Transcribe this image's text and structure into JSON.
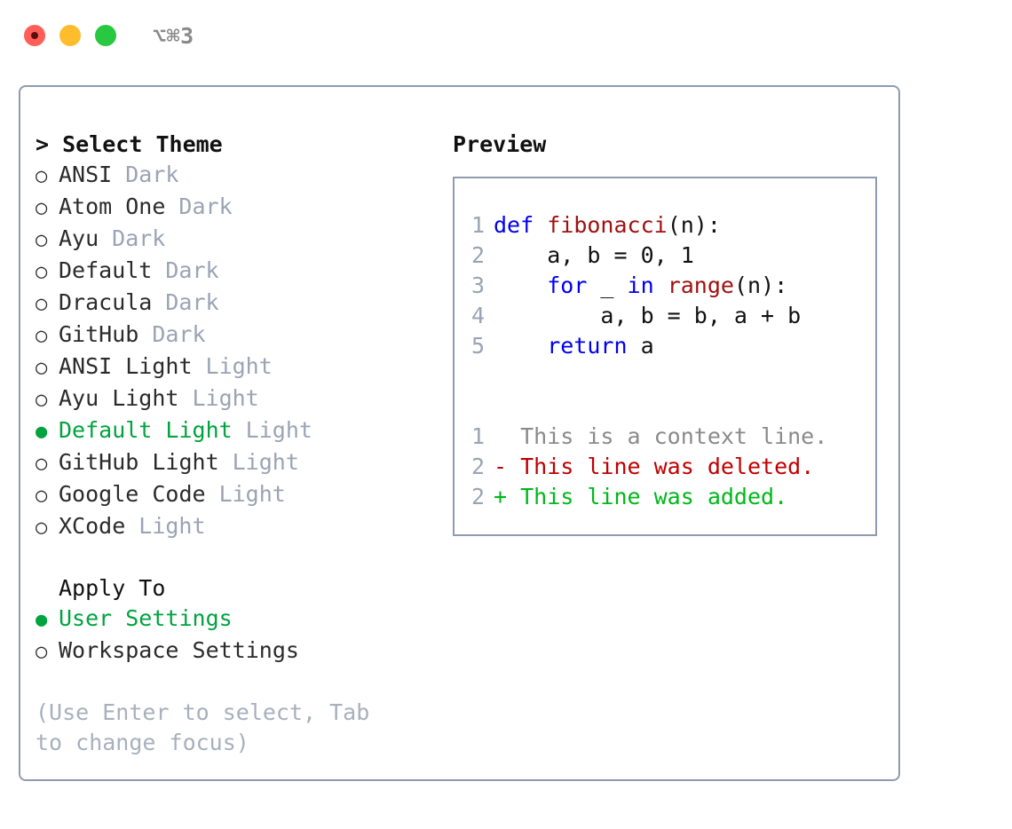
{
  "window": {
    "shortcut": "⌥⌘3",
    "traffic_lights": [
      {
        "name": "close",
        "color": "#ff5f57"
      },
      {
        "name": "minimize",
        "color": "#ffbd2e"
      },
      {
        "name": "maximize",
        "color": "#28c840"
      }
    ]
  },
  "theme_list": {
    "header": "> Select Theme",
    "items": [
      {
        "marker": "○",
        "name": "ANSI",
        "category": "Dark",
        "selected": false
      },
      {
        "marker": "○",
        "name": "Atom One",
        "category": "Dark",
        "selected": false
      },
      {
        "marker": "○",
        "name": "Ayu",
        "category": "Dark",
        "selected": false
      },
      {
        "marker": "○",
        "name": "Default",
        "category": "Dark",
        "selected": false
      },
      {
        "marker": "○",
        "name": "Dracula",
        "category": "Dark",
        "selected": false
      },
      {
        "marker": "○",
        "name": "GitHub",
        "category": "Dark",
        "selected": false
      },
      {
        "marker": "○",
        "name": "ANSI Light",
        "category": "Light",
        "selected": false
      },
      {
        "marker": "○",
        "name": "Ayu Light",
        "category": "Light",
        "selected": false
      },
      {
        "marker": "●",
        "name": "Default Light",
        "category": "Light",
        "selected": true
      },
      {
        "marker": "○",
        "name": "GitHub Light",
        "category": "Light",
        "selected": false
      },
      {
        "marker": "○",
        "name": "Google Code",
        "category": "Light",
        "selected": false
      },
      {
        "marker": "○",
        "name": "XCode",
        "category": "Light",
        "selected": false
      }
    ]
  },
  "apply_to": {
    "title": "Apply To",
    "items": [
      {
        "marker": "●",
        "label": "User Settings",
        "selected": true
      },
      {
        "marker": "○",
        "label": "Workspace Settings",
        "selected": false
      }
    ]
  },
  "hint": "(Use Enter to select, Tab to change focus)",
  "preview": {
    "title": "Preview",
    "code_lines": [
      {
        "lineno": "1",
        "tokens": [
          {
            "text": "def ",
            "type": "keyword"
          },
          {
            "text": "fibonacci",
            "type": "function"
          },
          {
            "text": "(n):",
            "type": "plain"
          }
        ]
      },
      {
        "lineno": "2",
        "tokens": [
          {
            "text": "    a, b = 0, 1",
            "type": "plain"
          }
        ]
      },
      {
        "lineno": "3",
        "tokens": [
          {
            "text": "    ",
            "type": "plain"
          },
          {
            "text": "for",
            "type": "keyword"
          },
          {
            "text": " _ ",
            "type": "plain"
          },
          {
            "text": "in",
            "type": "keyword"
          },
          {
            "text": " ",
            "type": "plain"
          },
          {
            "text": "range",
            "type": "function"
          },
          {
            "text": "(n):",
            "type": "plain"
          }
        ]
      },
      {
        "lineno": "4",
        "tokens": [
          {
            "text": "        a, b = b, a + b",
            "type": "plain"
          }
        ]
      },
      {
        "lineno": "5",
        "tokens": [
          {
            "text": "    ",
            "type": "plain"
          },
          {
            "text": "return",
            "type": "keyword"
          },
          {
            "text": " a",
            "type": "plain"
          }
        ]
      }
    ],
    "diff_lines": [
      {
        "lineno": "1",
        "sign": " ",
        "text": "  This is a context line.",
        "type": "context"
      },
      {
        "lineno": "2",
        "sign": "-",
        "text": " This line was deleted.",
        "type": "deleted"
      },
      {
        "lineno": "2",
        "sign": "+",
        "text": " This line was added.",
        "type": "added"
      }
    ]
  },
  "colors": {
    "accent_green": "#00a33f",
    "diff_added": "#00b81a",
    "diff_deleted": "#c00000",
    "keyword_blue": "#0000ee",
    "function_red": "#a01010",
    "muted_gray": "#9aa4b4",
    "border": "#8e9bb0"
  }
}
